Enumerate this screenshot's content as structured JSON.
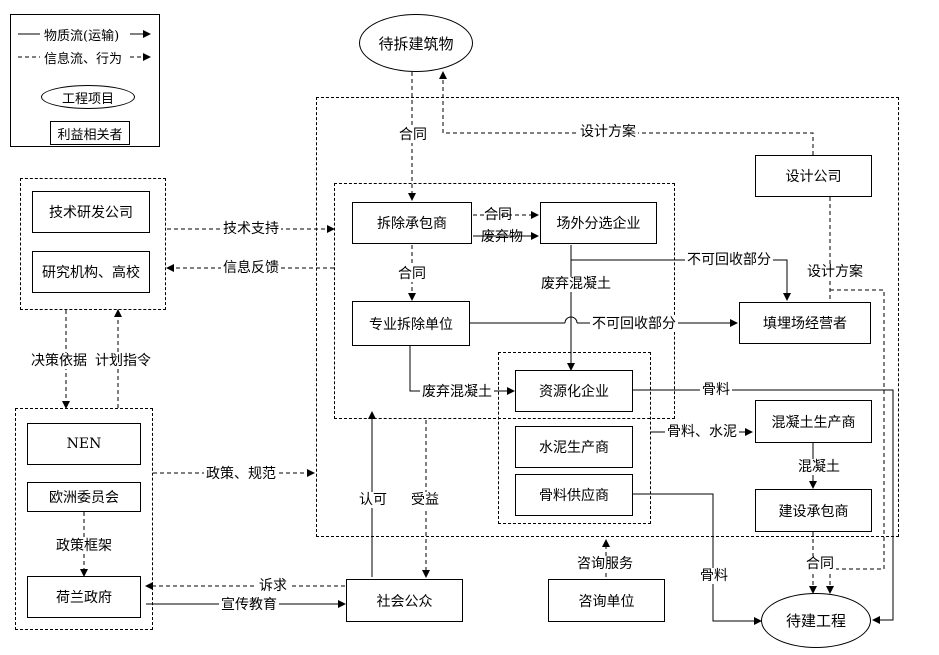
{
  "legend": {
    "material_flow": "物质流(运输)",
    "info_flow": "信息流、行为",
    "project": "工程项目",
    "stakeholder": "利益相关者"
  },
  "nodes": {
    "building_to_demolish": "待拆建筑物",
    "tech_rd_company": "技术研发公司",
    "research_institutes": "研究机构、高校",
    "nen": "NEN",
    "eu_commission": "欧洲委员会",
    "dutch_government": "荷兰政府",
    "demolition_contractor": "拆除承包商",
    "offsite_sorting": "场外分选企业",
    "design_company": "设计公司",
    "professional_demolition": "专业拆除单位",
    "landfill_operator": "填埋场经营者",
    "resource_enterprise": "资源化企业",
    "cement_producer": "水泥生产商",
    "aggregate_supplier": "骨料供应商",
    "concrete_producer": "混凝土生产商",
    "construction_contractor": "建设承包商",
    "public": "社会公众",
    "consulting_unit": "咨询单位",
    "project_to_build": "待建工程"
  },
  "edge_labels": {
    "contract_1": "合同",
    "design_plan_1": "设计方案",
    "contract_2": "合同",
    "waste": "废弃物",
    "tech_support": "技术支持",
    "info_feedback": "信息反馈",
    "contract_3": "合同",
    "waste_concrete_1": "废弃混凝土",
    "non_recyclable_1": "不可回收部分",
    "design_plan_2": "设计方案",
    "non_recyclable_2": "不可回收部分",
    "decision_basis": "决策依据",
    "plan_directive": "计划指令",
    "waste_concrete_2": "废弃混凝土",
    "aggregate_1": "骨料",
    "aggregate_cement": "骨料、水泥",
    "concrete": "混凝土",
    "policy_norms": "政策、规范",
    "policy_framework": "政策框架",
    "approval": "认可",
    "benefit": "受益",
    "consulting_service": "咨询服务",
    "aggregate_2": "骨料",
    "contract_4": "合同",
    "appeal": "诉求",
    "publicity": "宣传教育"
  }
}
